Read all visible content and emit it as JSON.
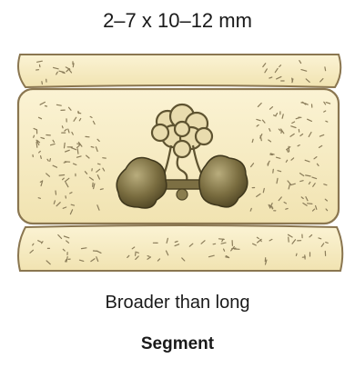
{
  "dimension_label": "2–7 x 10–12 mm",
  "caption": "Broader than long",
  "title": "Segment",
  "colors": {
    "segment_fill": "#f7ecc3",
    "segment_stroke": "#8a7650",
    "organ_dark": "#6e6238",
    "organ_light": "#b3a677",
    "speckle": "#8b7d5a"
  }
}
